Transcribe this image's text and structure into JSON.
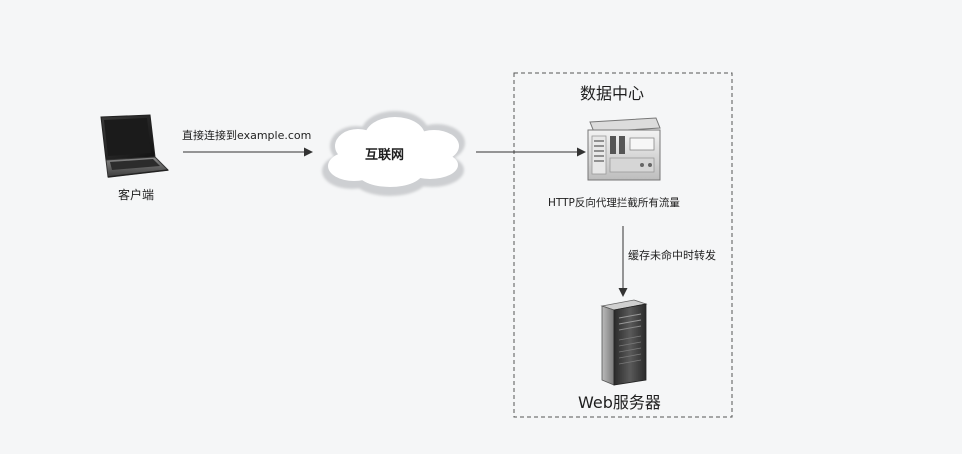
{
  "nodes": {
    "client": {
      "label": "客户端",
      "icon": "laptop-icon"
    },
    "internet": {
      "label": "互联网",
      "icon": "cloud-icon"
    },
    "datacenter": {
      "title": "数据中心"
    },
    "proxy": {
      "label": "HTTP反向代理拦截所有流量",
      "icon": "proxy-server-icon"
    },
    "webserver": {
      "label": "Web服务器",
      "icon": "tower-server-icon"
    }
  },
  "edges": [
    {
      "from": "client",
      "to": "internet",
      "label": "直接连接到example.com"
    },
    {
      "from": "internet",
      "to": "proxy",
      "label": ""
    },
    {
      "from": "proxy",
      "to": "webserver",
      "label": "缓存未命中时转发"
    }
  ],
  "colors": {
    "background": "#f5f6f7",
    "stroke": "#333333",
    "cloud_fill": "#ffffff",
    "cloud_shadow": "#c9cbce"
  }
}
